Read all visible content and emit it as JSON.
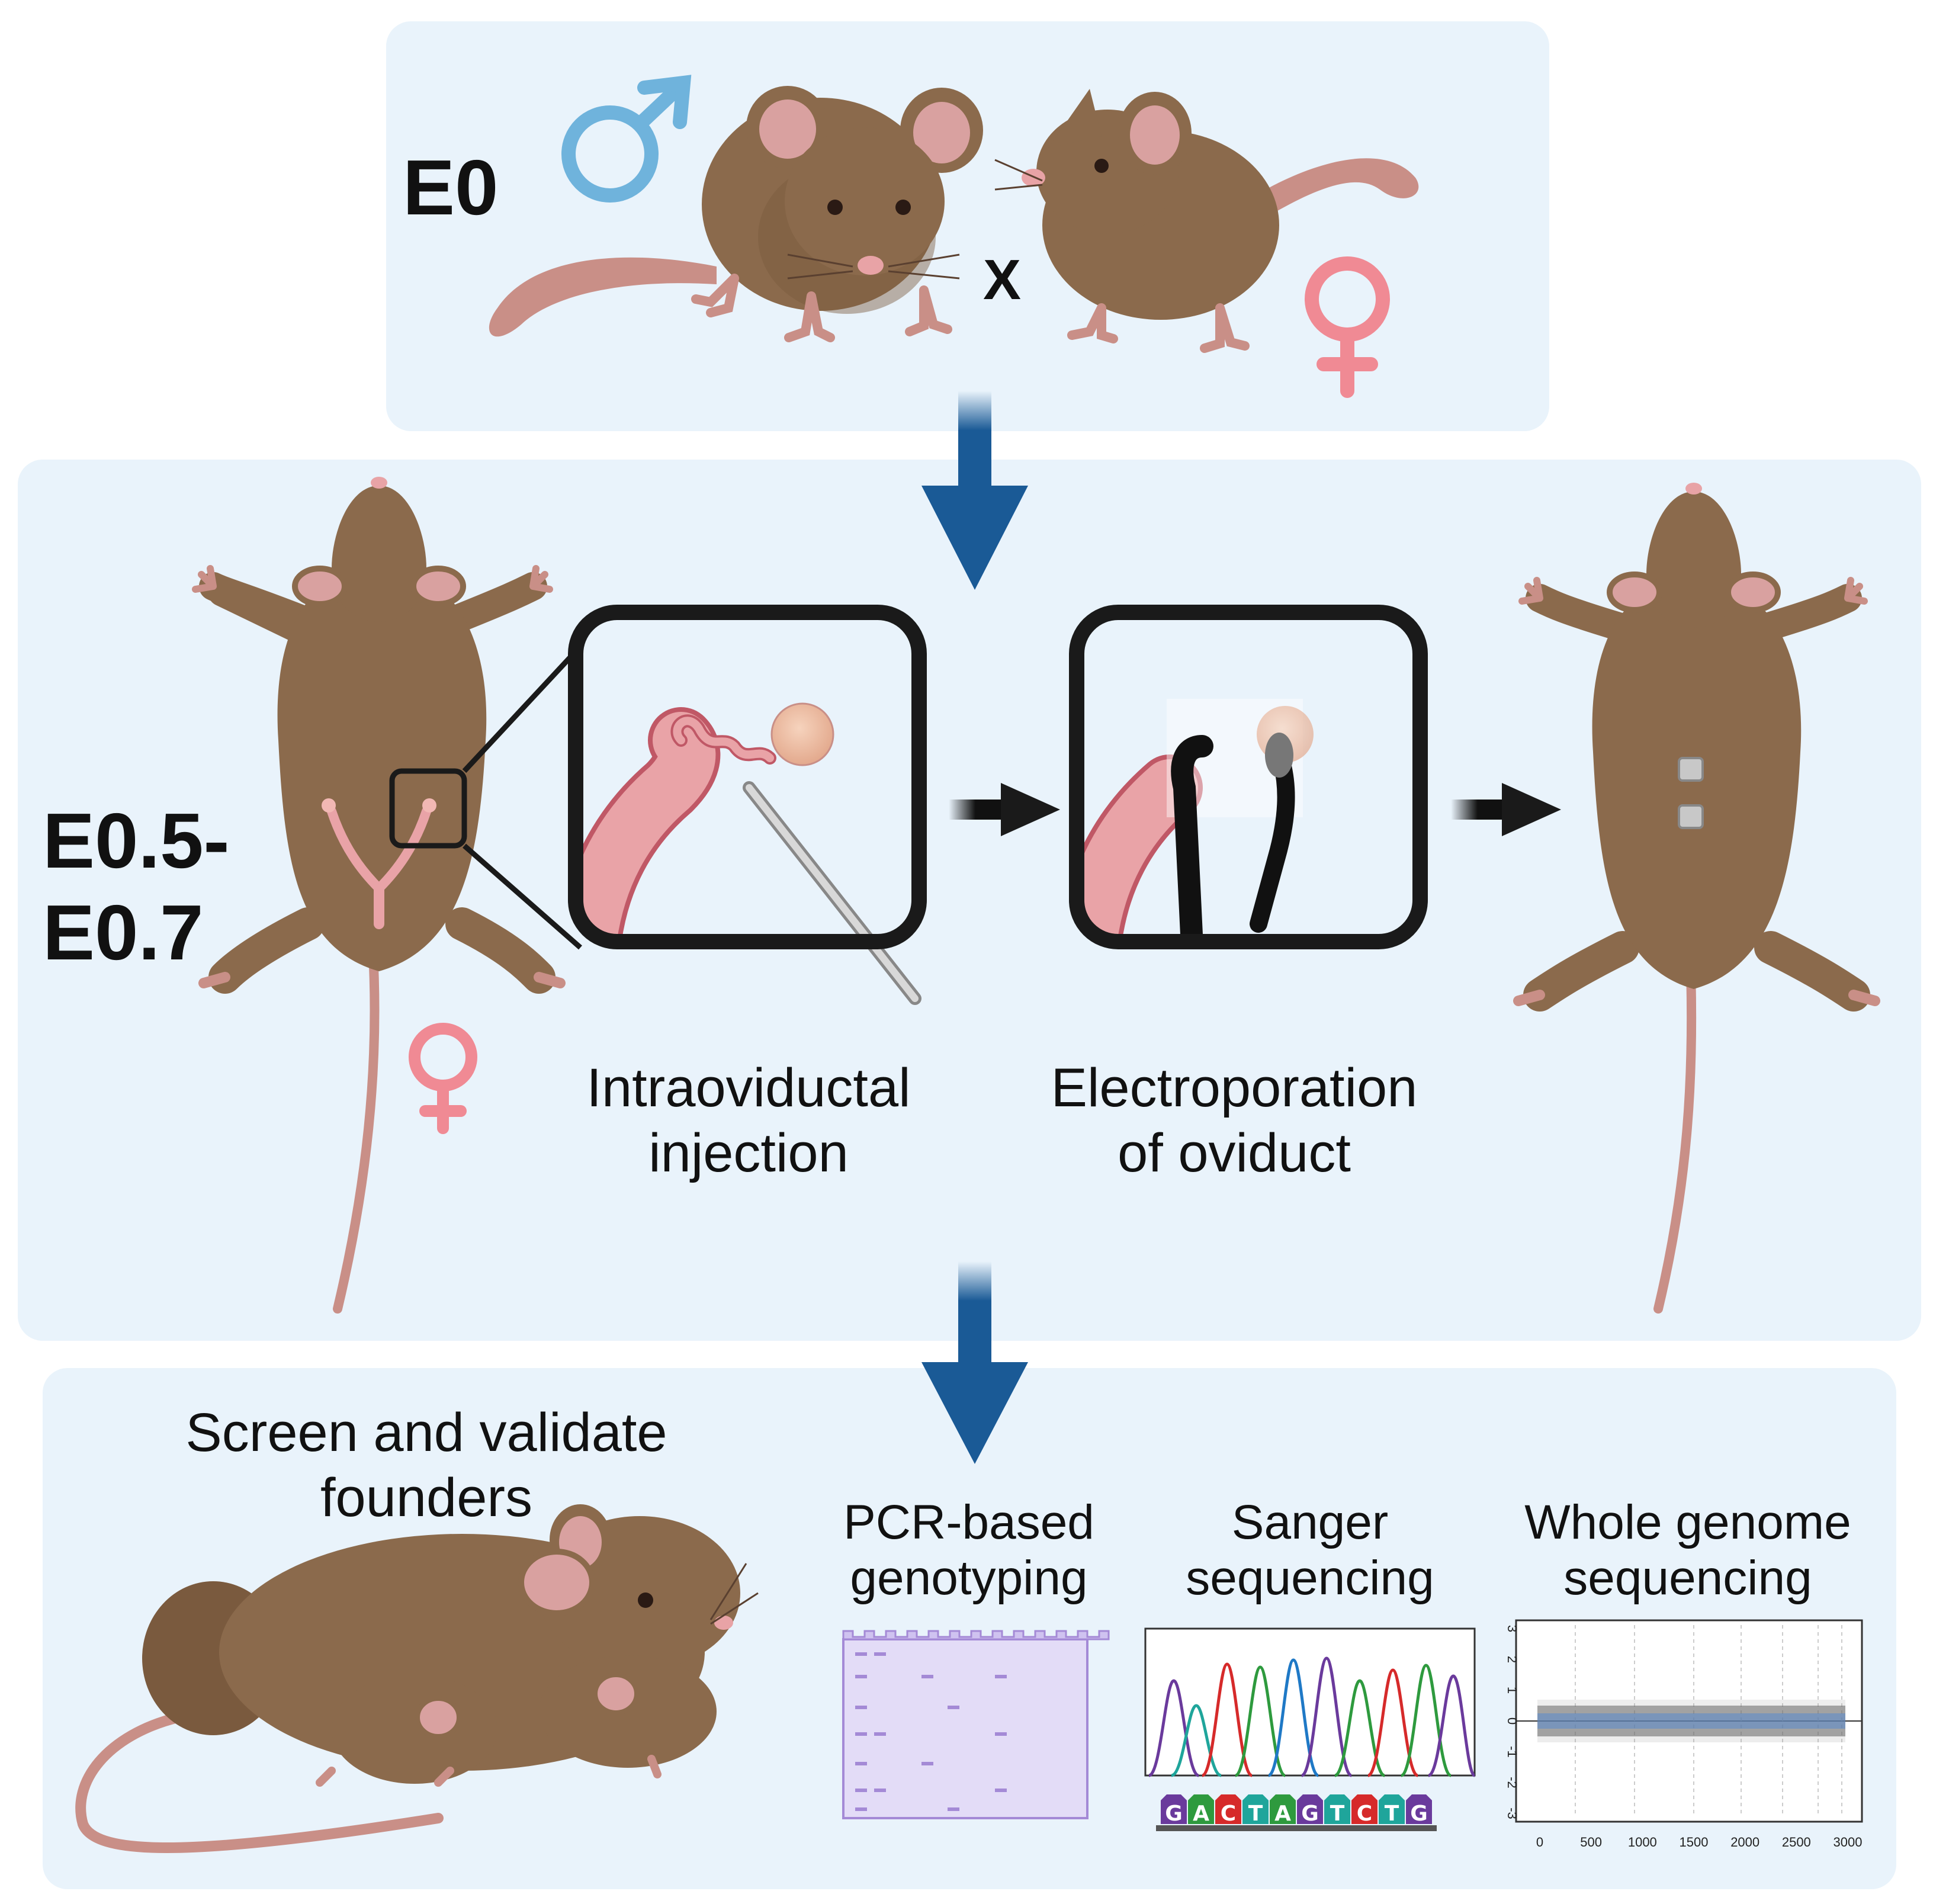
{
  "stages": {
    "e0": {
      "label": "E0",
      "cross_symbol": "X"
    },
    "e05": {
      "label_line1": "E0.5-",
      "label_line2": "E0.7"
    }
  },
  "steps": {
    "injection": {
      "line1": "Intraoviductal",
      "line2": "injection"
    },
    "electroporation": {
      "line1": "Electroporation",
      "line2": "of oviduct"
    }
  },
  "screening": {
    "title_line1": "Screen and validate",
    "title_line2": "founders",
    "methods": [
      {
        "line1": "PCR-based",
        "line2": "genotyping"
      },
      {
        "line1": "Sanger",
        "line2": "sequencing"
      },
      {
        "line1": "Whole genome",
        "line2": "sequencing"
      }
    ]
  },
  "sanger_bases": [
    "G",
    "A",
    "C",
    "T",
    "A",
    "G",
    "T",
    "C",
    "T",
    "G"
  ],
  "wgs_axes": {
    "x_ticks": [
      "0",
      "500",
      "1000",
      "1500",
      "2000",
      "2500",
      "3000"
    ],
    "y_ticks": [
      "3",
      "2",
      "1",
      "0",
      "-1",
      "-2",
      "-3"
    ]
  },
  "colors": {
    "panel_bg": "#e9f3fb",
    "arrow_blue": "#1a5a96",
    "mouse_brown": "#8b6a4c",
    "skin_pink": "#c98f87",
    "male_blue": "#6fb3dc",
    "female_pink": "#f08a94",
    "gel_purple": "#a48ad6",
    "base_colors": {
      "A": "#2e9a3e",
      "C": "#1f79c6",
      "G": "#6a3a9c",
      "T": "#1fa59b"
    }
  }
}
